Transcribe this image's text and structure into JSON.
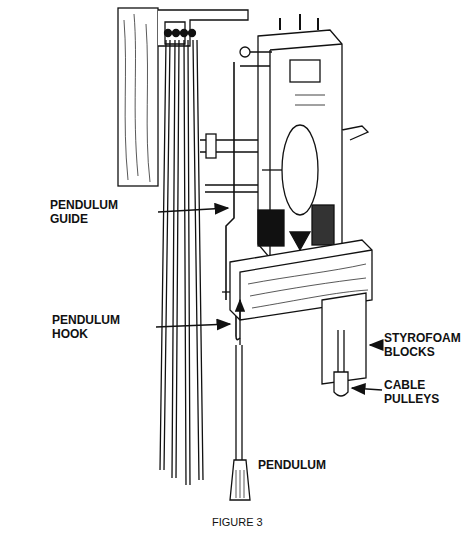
{
  "diagram": {
    "caption": "FIGURE 3",
    "labels": [
      "PENDULUM GUIDE",
      "PENDULUM HOOK",
      "STYROFOAM BLOCKS",
      "CABLE PULLEYS",
      "PENDULUM"
    ]
  }
}
